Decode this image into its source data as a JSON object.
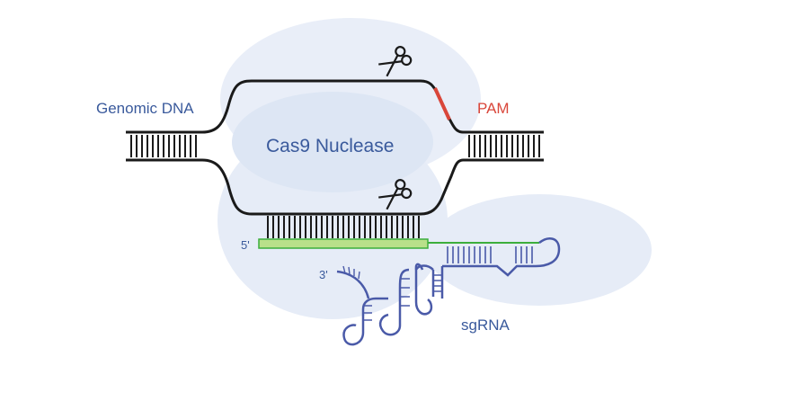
{
  "labels": {
    "genomic_dna": "Genomic DNA",
    "pam": "PAM",
    "cas9": "Cas9 Nuclease",
    "five_prime": "5'",
    "three_prime": "3'",
    "sgrna": "sgRNA"
  },
  "colors": {
    "label_blue": "#3a5a9c",
    "pam_red": "#d9463a",
    "dna_black": "#1a1a1a",
    "guide_green": "#b9e08a",
    "guide_green_line": "#3cae3c",
    "rna_purple": "#4a5aa8",
    "cas9_blob_light": "#e8eef8",
    "cas9_blob_mid": "#dde6f4"
  },
  "icons": [
    "scissors-icon",
    "scissors-icon"
  ]
}
